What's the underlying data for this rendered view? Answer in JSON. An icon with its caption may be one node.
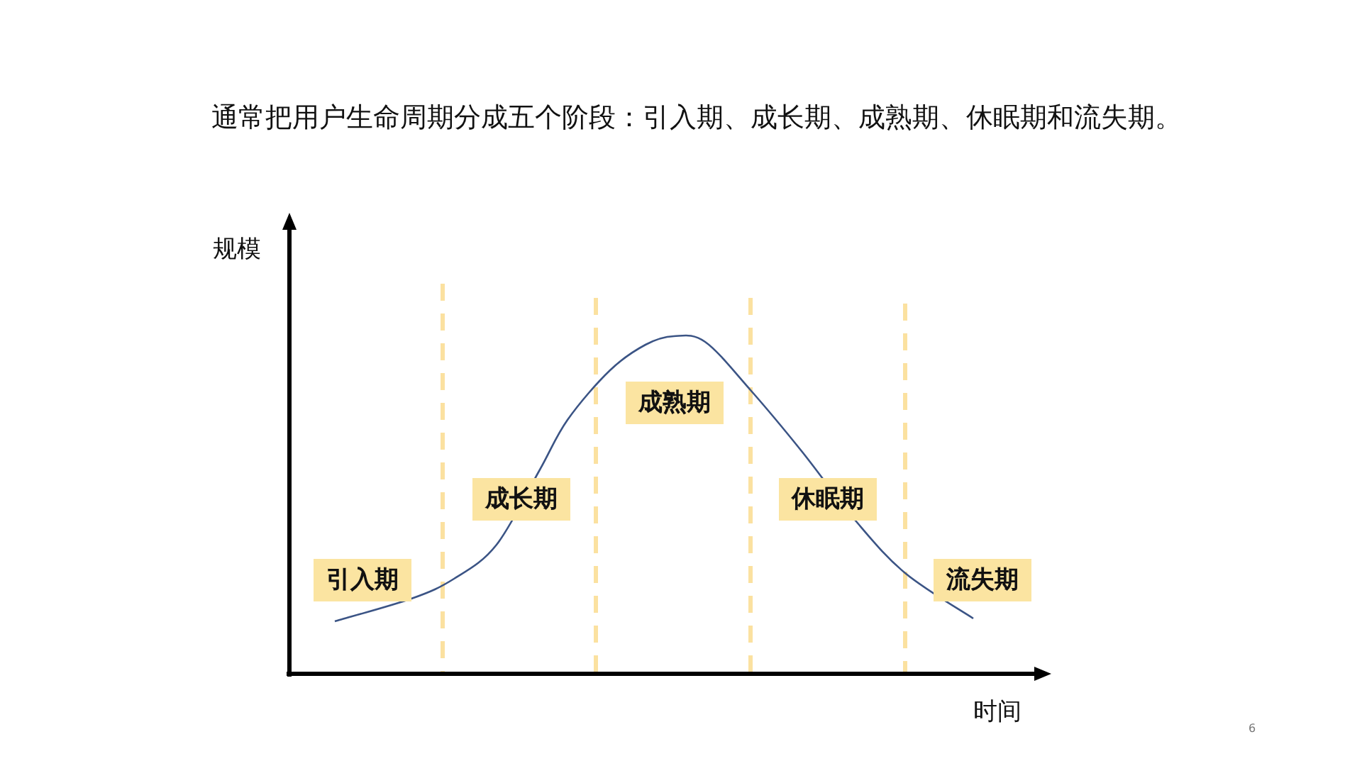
{
  "diagram": {
    "title": "通常把用户生命周期分成五个阶段：引入期、成长期、成熟期、休眠期和流失期。",
    "nodes": [
      {
        "text": [
          "引入期"
        ]
      },
      {
        "text": [
          "成长期"
        ]
      },
      {
        "text": [
          "成熟期"
        ]
      },
      {
        "text": [
          "休眠期"
        ]
      },
      {
        "text": [
          "流失期"
        ]
      }
    ],
    "labels": [
      "规模",
      "时间",
      "6"
    ]
  }
}
